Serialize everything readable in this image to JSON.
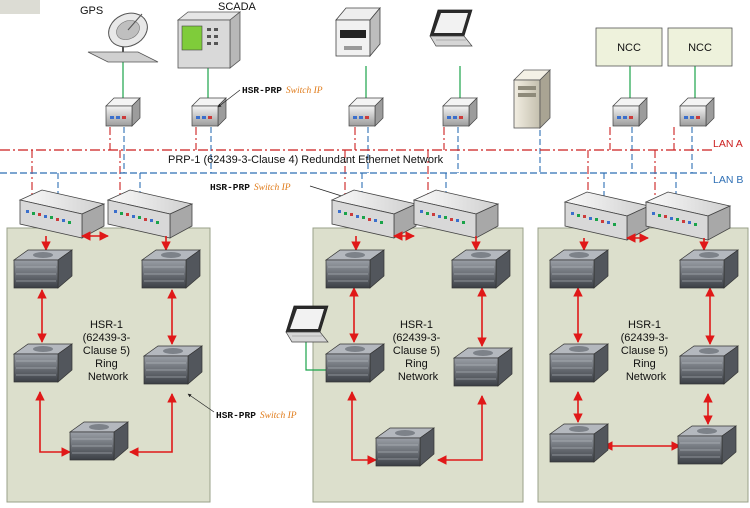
{
  "devices": {
    "gps_label": "GPS",
    "scada_label": "SCADA",
    "ncc1_label": "NCC",
    "ncc2_label": "NCC"
  },
  "network": {
    "prp_label": "PRP-1 (62439-3-Clause 4) Redundant Ethernet Network",
    "lan_a_label": "LAN A",
    "lan_b_label": "LAN B",
    "lan_a_color": "#cc1f1f",
    "lan_b_color": "#2e6fb5"
  },
  "switch_annotations": [
    {
      "protocol": "HSR-PRP",
      "suffix": "Switch IP"
    },
    {
      "protocol": "HSR-PRP",
      "suffix": "Switch IP"
    },
    {
      "protocol": "HSR-PRP",
      "suffix": "Switch IP"
    }
  ],
  "rings": [
    {
      "line1": "HSR-1",
      "line2": "(62439-3-",
      "line3": "Clause 5)",
      "line4": "Ring",
      "line5": "Network"
    },
    {
      "line1": "HSR-1",
      "line2": "(62439-3-",
      "line3": "Clause 5)",
      "line4": "Ring",
      "line5": "Network"
    },
    {
      "line1": "HSR-1",
      "line2": "(62439-3-",
      "line3": "Clause 5)",
      "line4": "Ring",
      "line5": "Network"
    }
  ],
  "colors": {
    "ring_link": "#e01818",
    "device_link": "#1aa34a",
    "panel_fill": "#dcdfcc",
    "accent": "#e07b1a"
  }
}
